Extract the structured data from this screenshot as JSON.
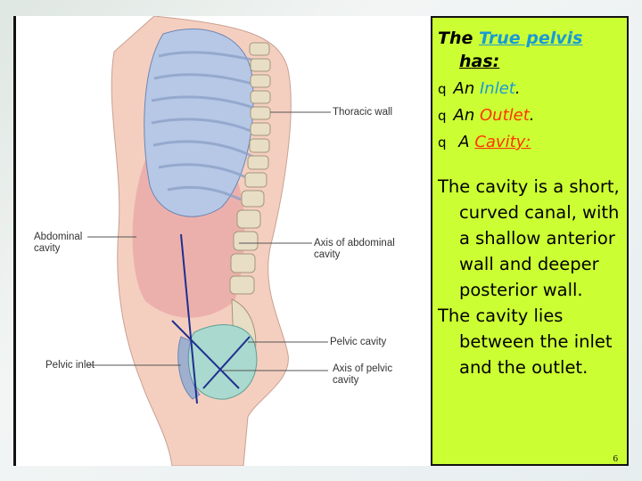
{
  "figure": {
    "labels": {
      "thoracic_wall": "Thoracic wall",
      "abdominal_cavity": "Abdominal\ncavity",
      "axis_abdominal": "Axis of abdominal\ncavity",
      "pelvic_cavity": "Pelvic cavity",
      "pelvic_inlet": "Pelvic inlet",
      "axis_pelvic": "Axis of pelvic\ncavity"
    }
  },
  "text_panel": {
    "intro_the": "The",
    "intro_true_pelvis": "True pelvis",
    "intro_has": "has:",
    "bullet_mark": "q",
    "bullets": [
      {
        "prefix": "An",
        "term": "Inlet",
        "suffix": "."
      },
      {
        "prefix": "An",
        "term": "Outlet",
        "suffix": "."
      },
      {
        "prefix": "A",
        "term": "Cavity:",
        "suffix": ""
      }
    ],
    "paragraph_1": "The cavity is a short, curved canal, with a shallow anterior wall and deeper posterior wall.",
    "paragraph_2": "The cavity lies between the inlet and the outlet."
  },
  "page_number": "6",
  "colors": {
    "panel_bg": "#ccff33",
    "blue_highlight": "#1a9ad6",
    "red_highlight": "#ff3300"
  }
}
